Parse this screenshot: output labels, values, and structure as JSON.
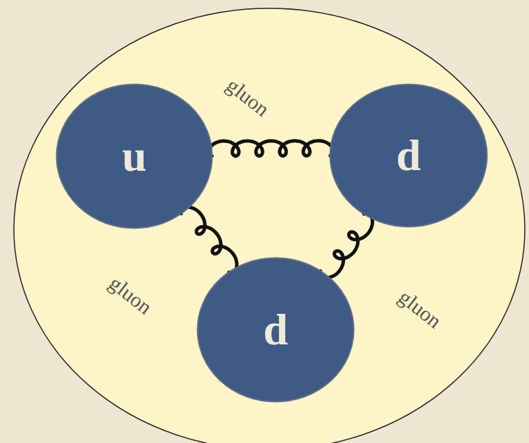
{
  "diagram": {
    "nodes": [
      {
        "text": [
          "u"
        ]
      },
      {
        "text": [
          "d"
        ]
      },
      {
        "text": [
          "d"
        ]
      }
    ],
    "edges": [
      {
        "from": 0,
        "to": 1,
        "arrow": "none"
      },
      {
        "from": 0,
        "to": 2,
        "arrow": "none"
      },
      {
        "from": 1,
        "to": 2,
        "arrow": "none"
      }
    ],
    "labels": [
      "gluon",
      "gluon",
      "gluon"
    ]
  }
}
